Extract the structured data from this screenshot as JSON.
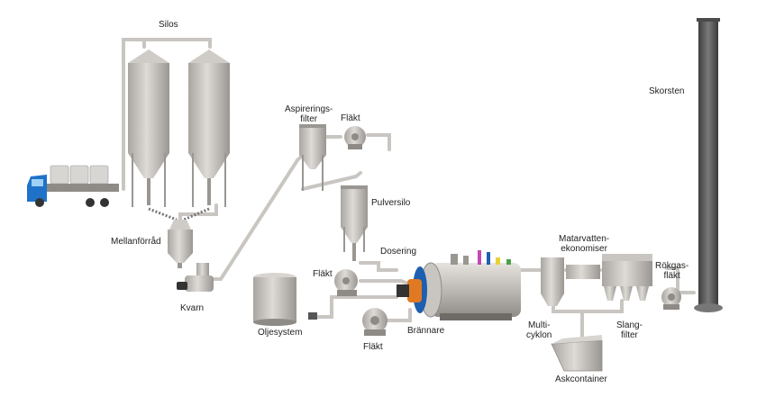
{
  "labels": {
    "silos": "Silos",
    "mellanforrad": "Mellanförråd",
    "kvarn": "Kvarn",
    "aspirering_line1": "Aspirerings-",
    "aspirering_line2": "filter",
    "flakt_top": "Fläkt",
    "pulversilo": "Pulversilo",
    "dosering": "Dosering",
    "flakt_mid": "Fläkt",
    "oljesystem": "Oljesystem",
    "flakt_bottom": "Fläkt",
    "brannare": "Brännare",
    "matarvatten_line1": "Matarvatten-",
    "matarvatten_line2": "ekonomiser",
    "rokgas_line1": "Rökgas-",
    "rokgas_line2": "fläkt",
    "multi_line1": "Multi-",
    "multi_line2": "cyklon",
    "slang_line1": "Slang-",
    "slang_line2": "filter",
    "askcontainer": "Askcontainer",
    "skorsten": "Skorsten"
  },
  "colors": {
    "steel": "#b8b4b0",
    "steel_dark": "#8e8a86",
    "steel_light": "#dcd9d5",
    "pipe": "#c9c6c2",
    "truck_cab": "#1e73c8",
    "chimney": "#5a5a5a",
    "burner_orange": "#e07a22",
    "burner_blue": "#1f5fb0",
    "accent_magenta": "#c04bb5",
    "accent_green": "#4aa24a",
    "accent_yellow": "#e8d23a"
  }
}
